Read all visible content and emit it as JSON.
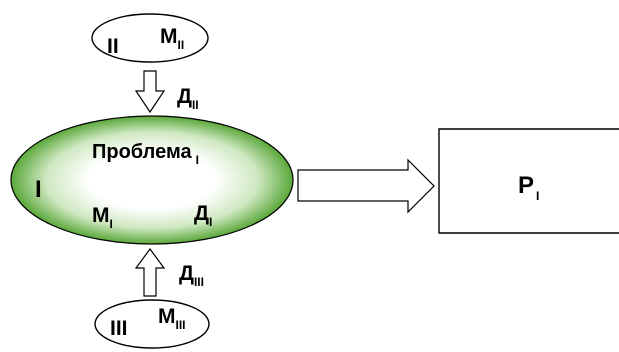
{
  "colors": {
    "ellipse_edge": "#5aa83a",
    "ellipse_center": "#ffffff",
    "stroke": "#000000",
    "background": "#ffffff"
  },
  "top_node": {
    "roman": "II",
    "m_letter": "M",
    "m_sub": "II"
  },
  "top_arrow": {
    "d_letter": "Д",
    "d_sub": "II"
  },
  "main_node": {
    "title": "Проблема",
    "title_sub": "I",
    "roman": "I",
    "m_letter": "M",
    "m_sub": "I",
    "d_letter": "Д",
    "d_sub": "I"
  },
  "bottom_arrow": {
    "d_letter": "Д",
    "d_sub": "III"
  },
  "bottom_node": {
    "roman": "III",
    "m_letter": "M",
    "m_sub": "III"
  },
  "result_box": {
    "letter": "P",
    "sub": "I"
  }
}
